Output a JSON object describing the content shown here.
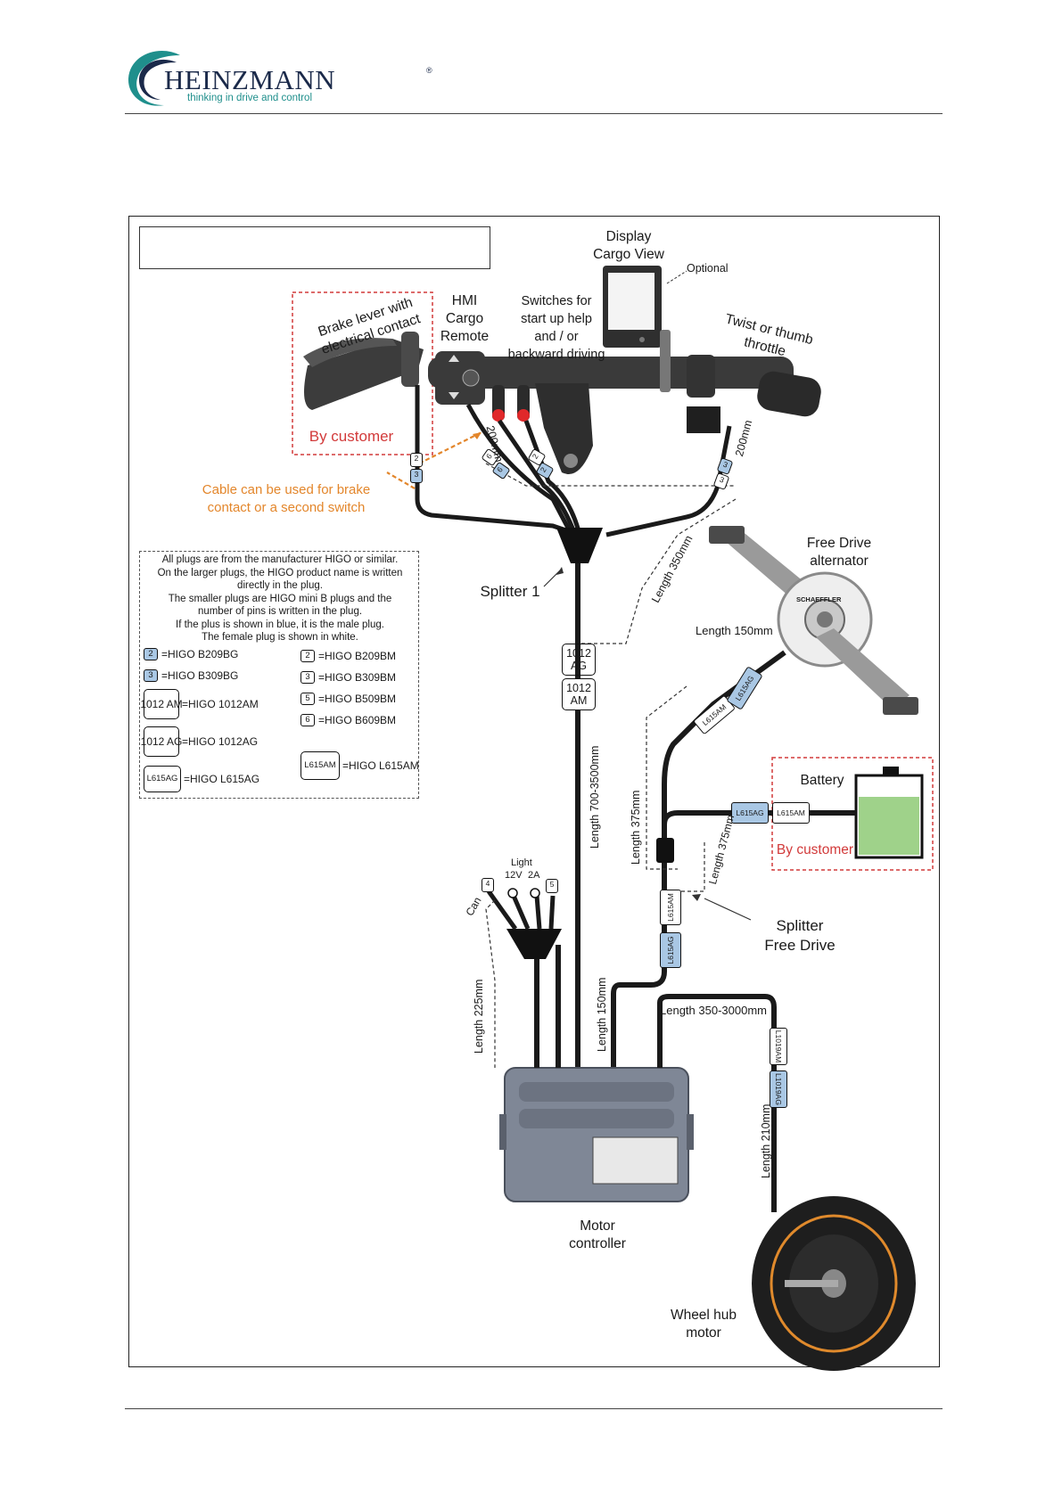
{
  "header": {
    "brand_name": "HEINZMANN",
    "brand_tagline": "thinking in drive and control",
    "registered_mark": "®",
    "brand_color": "#1f8f8c"
  },
  "diagram": {
    "display_label_1": "Display",
    "display_label_2": "Cargo View",
    "optional_label": "Optional",
    "hmi_label_1": "HMI",
    "hmi_label_2": "Cargo",
    "hmi_label_3": "Remote",
    "switches_label_1": "Switches for",
    "switches_label_2": "start up help",
    "switches_label_3": "and / or",
    "switches_label_4": "backward driving",
    "throttle_label_1": "Twist or thumb",
    "throttle_label_2": "throttle",
    "brake_label_1": "Brake lever with",
    "brake_label_2": "electrical contact",
    "by_customer_1": "By customer",
    "cable_note_1": "Cable can be used for brake",
    "cable_note_2": "contact or a second switch",
    "splitter1_label": "Splitter 1",
    "free_drive_label_1": "Free Drive",
    "free_drive_label_2": "alternator",
    "battery_label": "Battery",
    "by_customer_2": "By customer",
    "splitter_fd_label_1": "Splitter",
    "splitter_fd_label_2": "Free Drive",
    "motor_controller_label_1": "Motor",
    "motor_controller_label_2": "controller",
    "hub_label_1": "Wheel hub",
    "hub_label_2": "motor",
    "light_label": "Light",
    "light_12v": "12V",
    "light_2a": "2A",
    "can_label": "Can",
    "len_200_a": "200mm",
    "len_200_b": "200mm",
    "len_350": "Length 350mm",
    "len_150_alt": "Length 150mm",
    "len_700_3500": "Length 700-3500mm",
    "len_375_a": "Length 375mm",
    "len_375_b": "Length 375mm",
    "len_225": "Length 225mm",
    "len_150_ctrl": "Length 150mm",
    "len_350_3000": "Length 350-3000mm",
    "len_210": "Length 210mm",
    "plug_1012ag": "1012 AG",
    "plug_1012am": "1012 AM",
    "plug_l615am": "L615AM",
    "plug_l615ag": "L615AG",
    "plug_l1019am": "L1019AM",
    "plug_l1019ag": "L1019AG",
    "schaeffler": "SCHAEFFLER",
    "colors": {
      "plug_male": "#a9c7e4",
      "battery_fill": "#9fd28a",
      "callout_orange": "#e3862b",
      "customer_red": "#d23a3a"
    }
  },
  "legend": {
    "note_lines": [
      "All plugs are from the manufacturer HIGO or similar.",
      "On the larger plugs, the HIGO product name is written",
      "directly in the plug.",
      "The smaller plugs are HIGO mini B plugs and the",
      "number of pins is written in the plug.",
      "If the plus is shown in blue, it is the male plug.",
      "The female plug is shown in white."
    ],
    "items": [
      {
        "code": "2",
        "style": "blue",
        "text": "=HIGO B209BG"
      },
      {
        "code": "3",
        "style": "blue",
        "text": "=HIGO B309BG"
      },
      {
        "code": "1012 AM",
        "style": "white",
        "text": "=HIGO 1012AM"
      },
      {
        "code": "1012 AG",
        "style": "blue",
        "text": "=HIGO 1012AG"
      },
      {
        "code": "L615AG",
        "style": "blue",
        "text": "=HIGO L615AG"
      },
      {
        "code": "2",
        "style": "white",
        "text": "=HIGO B209BM"
      },
      {
        "code": "3",
        "style": "white",
        "text": "=HIGO B309BM"
      },
      {
        "code": "5",
        "style": "white",
        "text": "=HIGO B509BM"
      },
      {
        "code": "6",
        "style": "white",
        "text": "=HIGO B609BM"
      },
      {
        "code": "L615AM",
        "style": "white",
        "text": "=HIGO L615AM"
      }
    ]
  }
}
